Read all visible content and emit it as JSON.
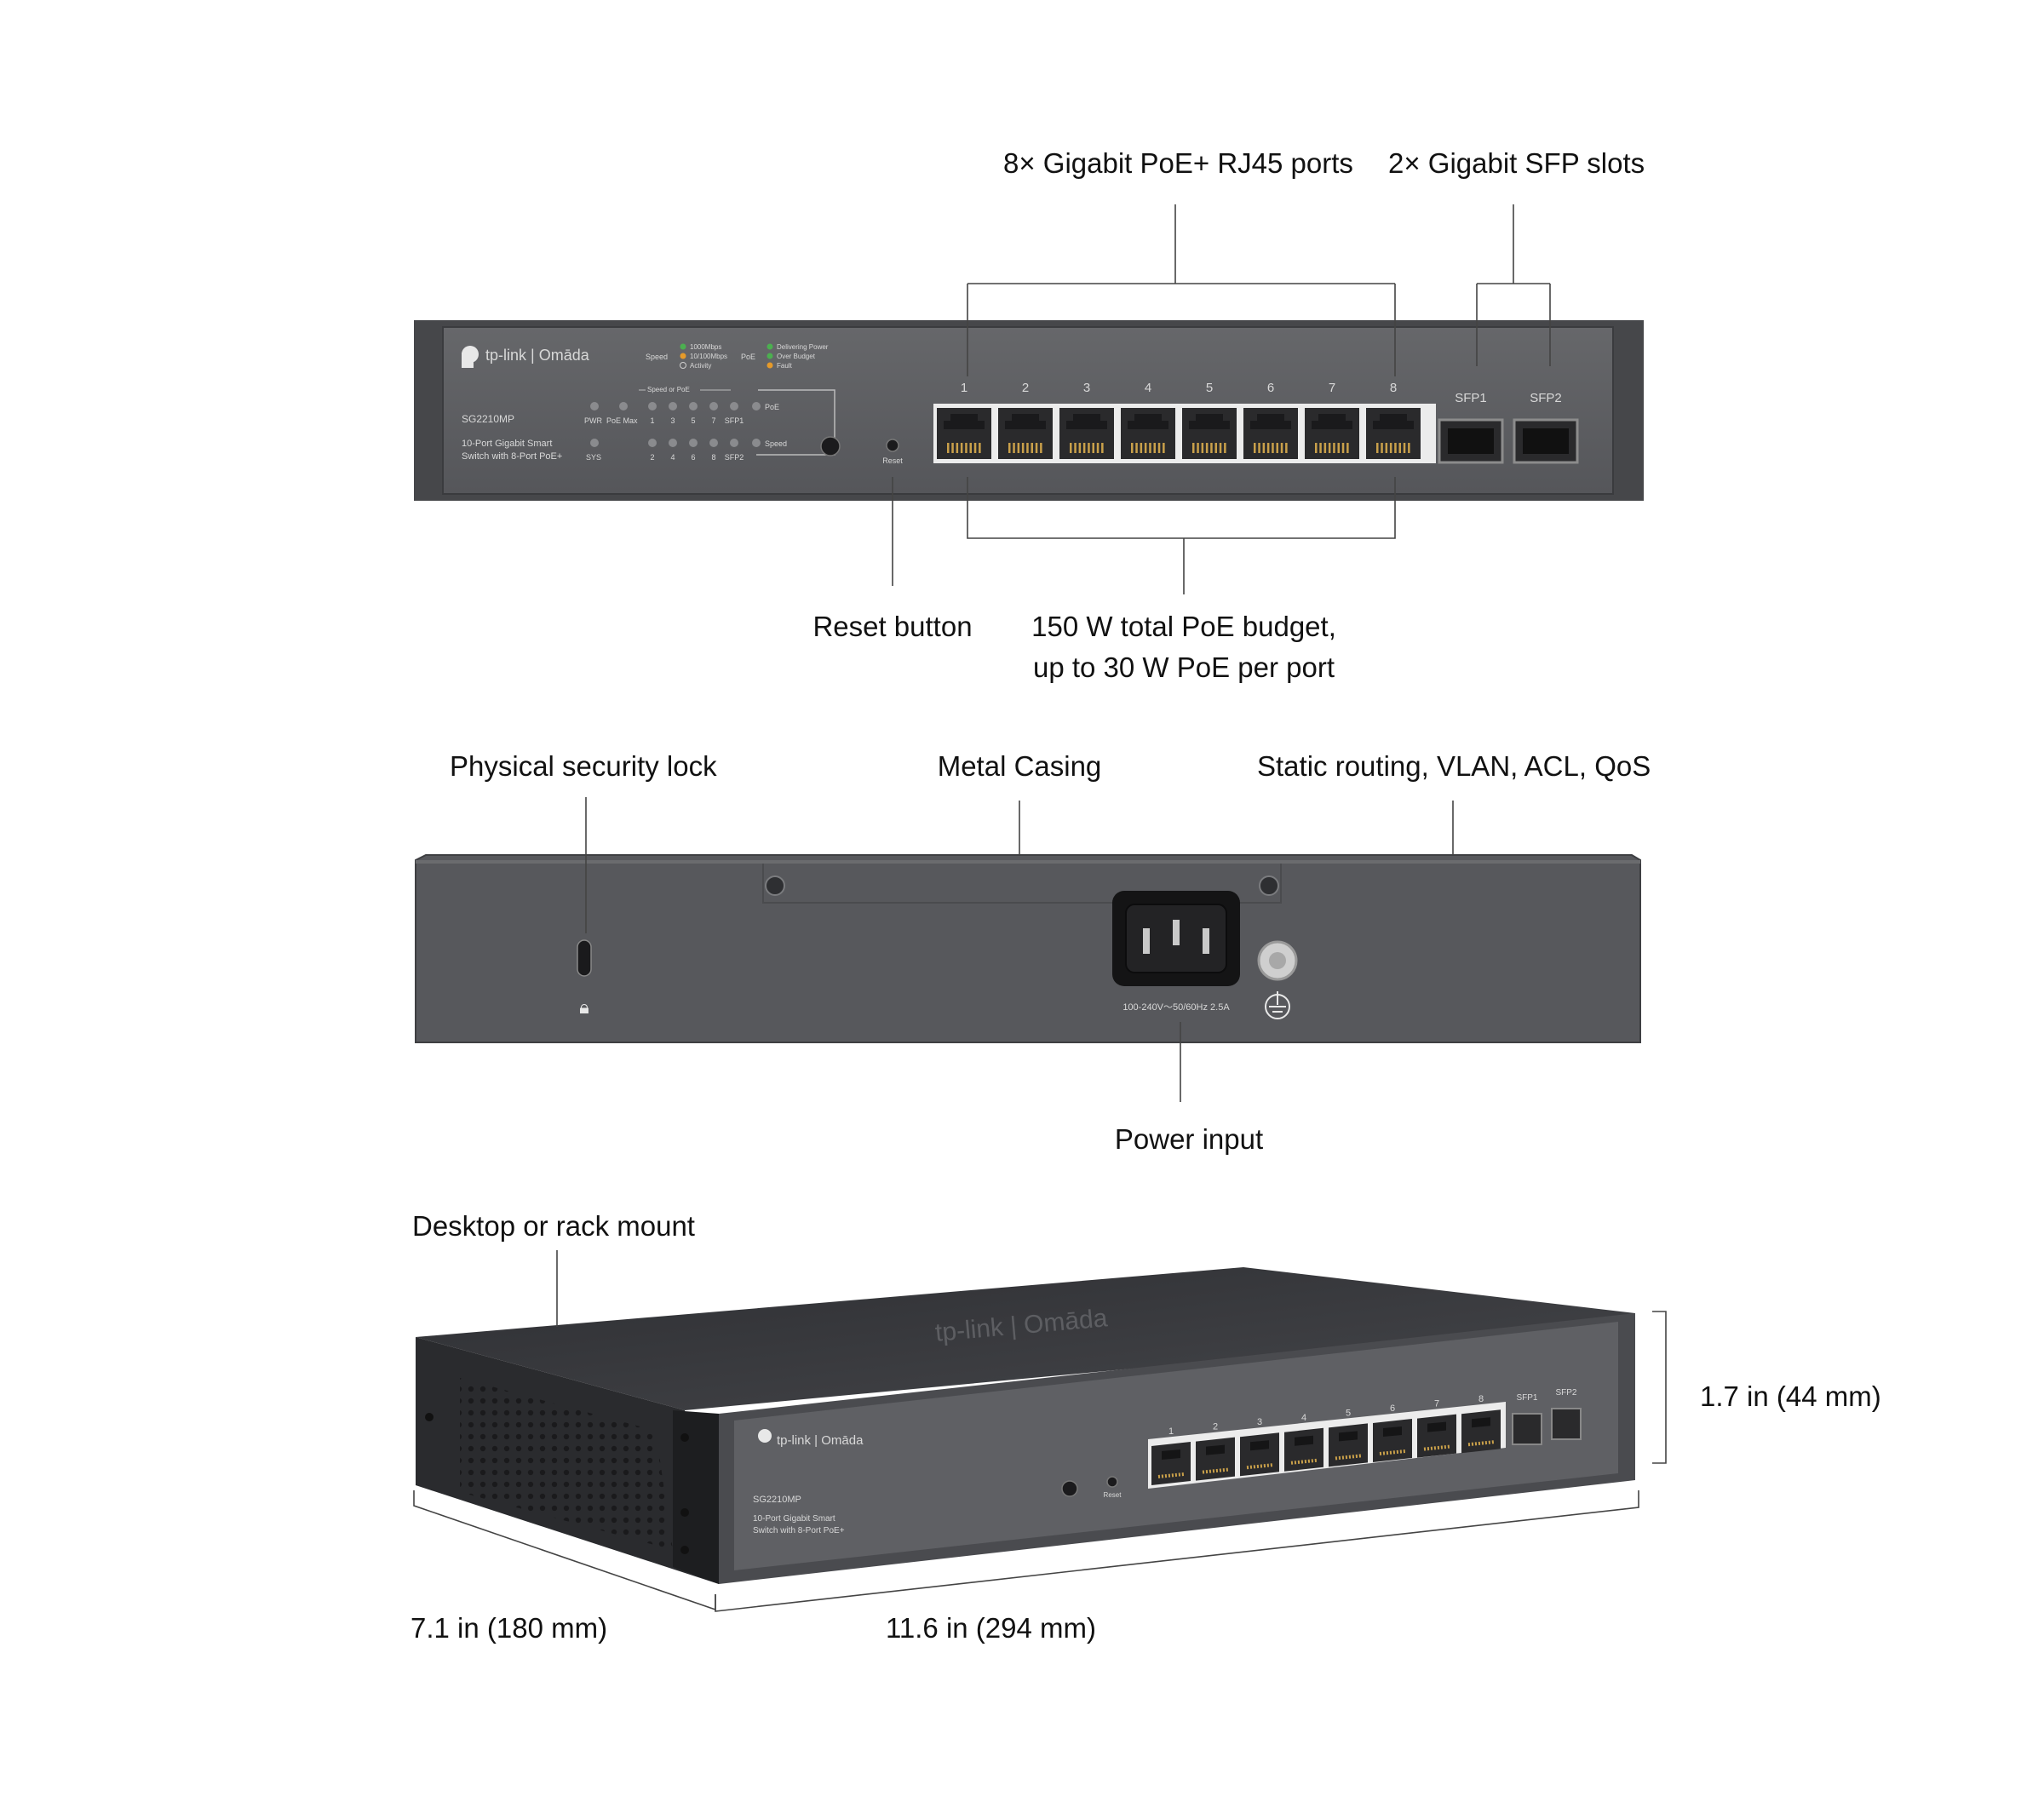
{
  "callouts": {
    "rj45_ports": "8× Gigabit PoE+ RJ45 ports",
    "sfp_slots": "2× Gigabit SFP slots",
    "reset_button": "Reset button",
    "poe_budget_line1": "150 W total PoE budget,",
    "poe_budget_line2": "up to 30 W PoE per port",
    "security_lock": "Physical security lock",
    "metal_casing": "Metal Casing",
    "features": "Static routing, VLAN, ACL, QoS",
    "power_input": "Power input",
    "mount": "Desktop or rack mount",
    "height": "1.7 in (44 mm)",
    "depth": "7.1 in (180 mm)",
    "width": "11.6 in (294 mm)"
  },
  "device": {
    "brand": "tp-link | Omāda",
    "model": "SG2210MP",
    "description_line1": "10-Port Gigabit Smart",
    "description_line2": "Switch with 8-Port PoE+",
    "led_legend": {
      "speed_label": "Speed",
      "speed_items": [
        "1000Mbps",
        "10/100Mbps",
        "Activity"
      ],
      "poe_label": "PoE",
      "poe_items": [
        "Delivering Power",
        "Over Budget",
        "Fault"
      ]
    },
    "led_labels": {
      "pwr": "PWR",
      "poe_max": "PoE Max",
      "sys": "SYS",
      "speed_or_poe": "Speed or PoE",
      "top_row": [
        "1",
        "3",
        "5",
        "7",
        "SFP1"
      ],
      "bottom_row": [
        "2",
        "4",
        "6",
        "8",
        "SFP2"
      ],
      "mode_poe": "PoE",
      "mode_speed": "Speed"
    },
    "reset_label": "Reset",
    "port_numbers": [
      "1",
      "2",
      "3",
      "4",
      "5",
      "6",
      "7",
      "8"
    ],
    "sfp_labels": [
      "SFP1",
      "SFP2"
    ],
    "power_rating": "100-240V～50/60Hz 2.5A"
  },
  "colors": {
    "panel": "#5b5c5f",
    "panel_dark": "#3c3d40",
    "port_frame": "#e9e9e9",
    "port_jack": "#2a2a2c",
    "pin_gold": "#c9a04a",
    "led_green": "#4caf50",
    "led_orange": "#e59a2a",
    "leader": "#444444"
  }
}
